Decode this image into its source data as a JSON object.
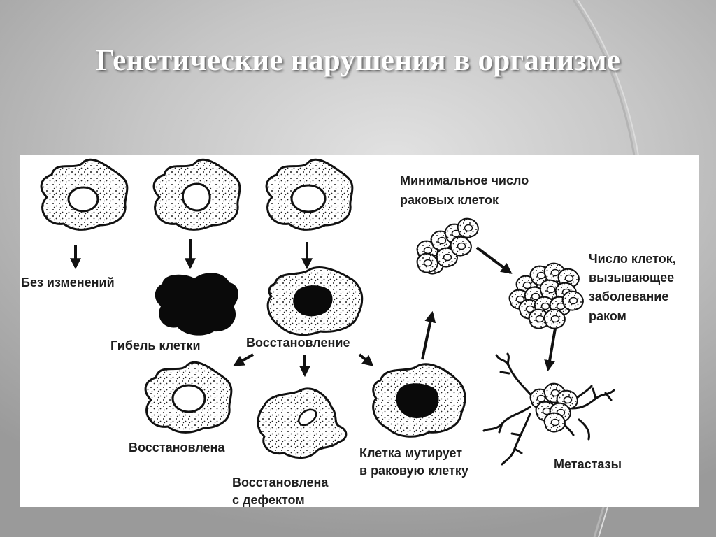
{
  "slide": {
    "title": "Генетические нарушения в организме"
  },
  "diagram": {
    "labels": {
      "no_change": "Без изменений",
      "cell_death": "Гибель клетки",
      "repair": "Восстановление",
      "restored": "Восстановлена",
      "restored_defect_1": "Восстановлена",
      "restored_defect_2": "с дефектом",
      "mutates_1": "Клетка мутирует",
      "mutates_2": "в раковую клетку",
      "min_cancer_1": "Минимальное число",
      "min_cancer_2": "раковых клеток",
      "cells_count_1": "Число клеток,",
      "cells_count_2": "вызывающее",
      "cells_count_3": "заболевание",
      "cells_count_4": "раком",
      "metastases": "Метастазы"
    }
  }
}
